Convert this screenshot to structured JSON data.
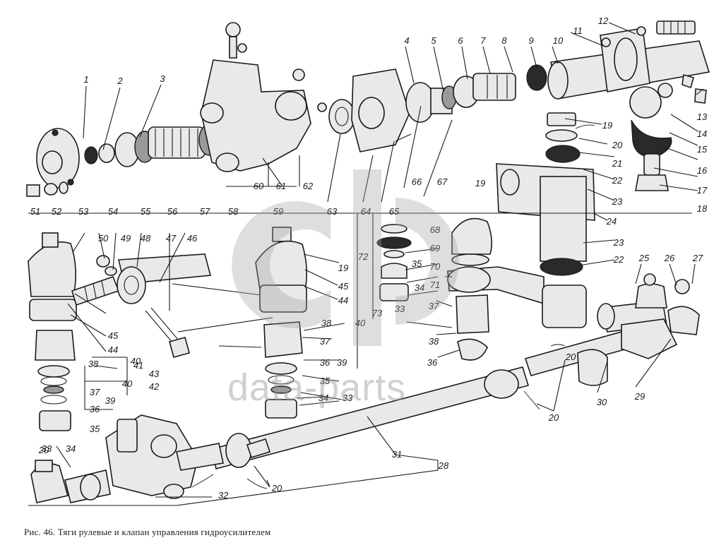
{
  "caption": "Рис. 46. Тяги рулевые и клапан управления гидроусилителем",
  "watermark": "data-parts",
  "callouts": [
    "1",
    "2",
    "3",
    "4",
    "5",
    "6",
    "7",
    "8",
    "9",
    "10",
    "11",
    "12",
    "13",
    "14",
    "15",
    "16",
    "17",
    "18",
    "19",
    "19",
    "19",
    "20",
    "20",
    "20",
    "20",
    "20",
    "21",
    "22",
    "22",
    "23",
    "23",
    "24",
    "25",
    "26",
    "27",
    "28",
    "29",
    "30",
    "31",
    "32",
    "33",
    "33",
    "33",
    "34",
    "34",
    "34",
    "35",
    "35",
    "35",
    "36",
    "36",
    "36",
    "37",
    "37",
    "37",
    "38",
    "38",
    "38",
    "39",
    "39",
    "40",
    "40",
    "40",
    "41",
    "42",
    "43",
    "44",
    "44",
    "45",
    "45",
    "46",
    "47",
    "48",
    "49",
    "50",
    "51",
    "52",
    "53",
    "54",
    "55",
    "56",
    "57",
    "58",
    "59",
    "60",
    "61",
    "62",
    "63",
    "64",
    "65",
    "66",
    "67",
    "68",
    "69",
    "70",
    "71",
    "72",
    "73"
  ]
}
